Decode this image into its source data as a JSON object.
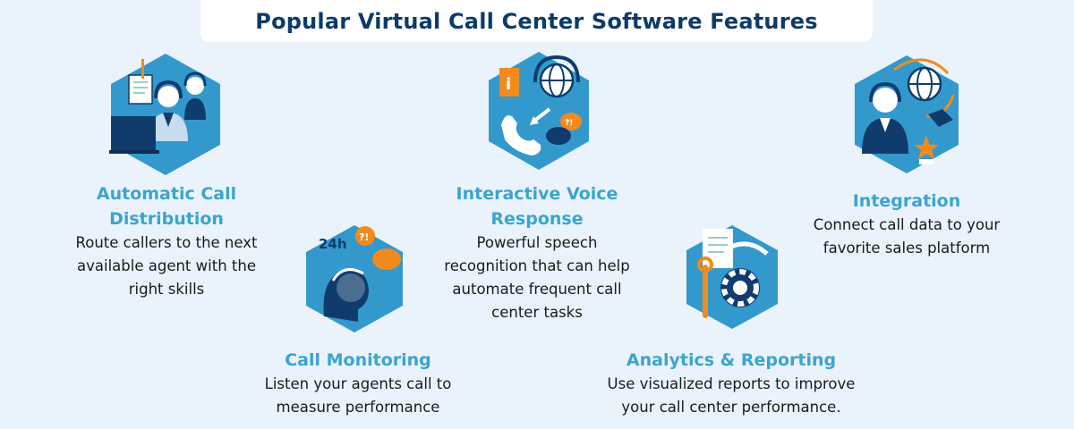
{
  "title": "Popular Virtual Call Center Software Features",
  "colors": {
    "background": "#eaf3fc",
    "title": "#0c3b6b",
    "feature_title": "#3aa4d0",
    "hexagon": "#3399cc",
    "navy": "#0f3c6d",
    "orange": "#f28a1c"
  },
  "features": [
    {
      "id": "automatic-call-distribution",
      "title_lines": [
        "Automatic Call",
        "Distribution"
      ],
      "desc_lines": [
        "Route callers to the next",
        "available agent with the",
        "right skills"
      ],
      "icon": "agents-headset-icon"
    },
    {
      "id": "call-monitoring",
      "title_lines": [
        "Call Monitoring"
      ],
      "desc_lines": [
        "Listen your agents call to",
        "measure performance"
      ],
      "icon": "24h-monitoring-icon"
    },
    {
      "id": "interactive-voice-response",
      "title_lines": [
        "Interactive Voice",
        "Response"
      ],
      "desc_lines": [
        "Powerful speech",
        "recognition that can help",
        "automate frequent call",
        "center tasks"
      ],
      "icon": "ivr-globe-headset-icon"
    },
    {
      "id": "analytics-reporting",
      "title_lines": [
        "Analytics & Reporting"
      ],
      "desc_lines": [
        "Use visualized reports to improve",
        "your call center performance."
      ],
      "icon": "reports-gear-wrench-icon"
    },
    {
      "id": "integration",
      "title_lines": [
        "Integration"
      ],
      "desc_lines": [
        "Connect call data to your",
        "favorite sales platform"
      ],
      "icon": "integration-agent-globe-icon"
    }
  ],
  "icon_labels": {
    "hours": "24h",
    "alert": "?!",
    "info": "i"
  }
}
